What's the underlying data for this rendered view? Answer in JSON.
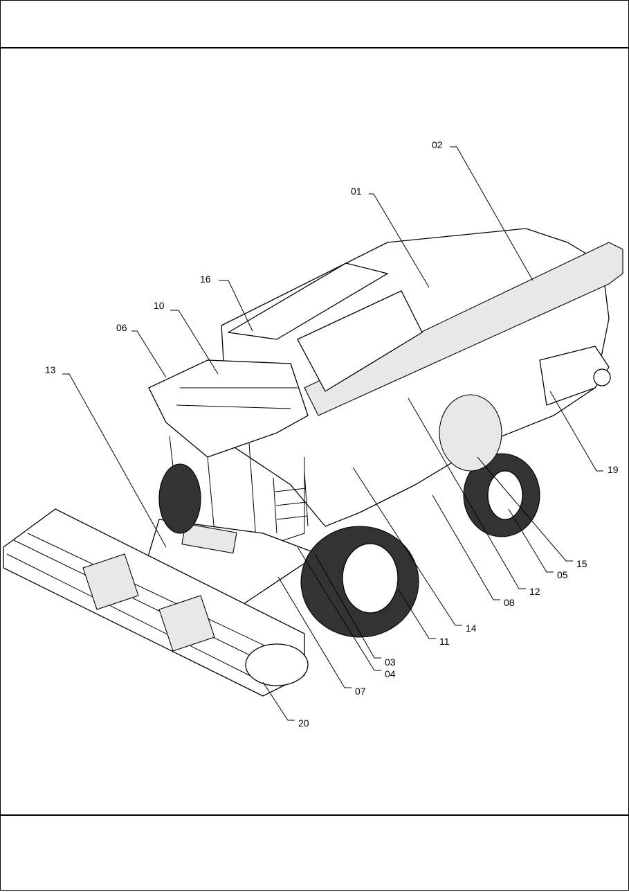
{
  "figure": {
    "callouts": [
      "01",
      "02",
      "03",
      "04",
      "05",
      "06",
      "07",
      "08",
      "10",
      "11",
      "12",
      "13",
      "14",
      "15",
      "16",
      "19",
      "20"
    ]
  }
}
